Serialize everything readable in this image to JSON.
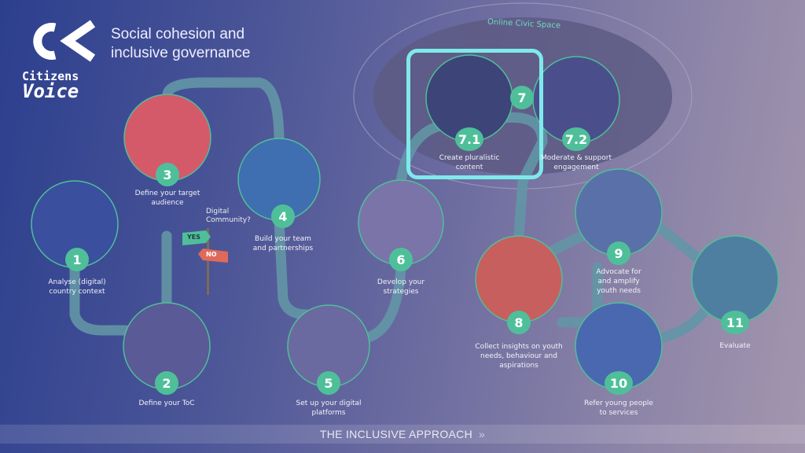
{
  "header": {
    "title_line1": "Social cohesion and",
    "title_line2": "inclusive governance",
    "brand_line1": "Citizens",
    "brand_line2": "Voice"
  },
  "civic_space_label": "Online Civic Space",
  "decision": {
    "question_line1": "Digital",
    "question_line2": "Community?",
    "yes": "YES",
    "no": "NO"
  },
  "steps": [
    {
      "num": "1",
      "label_line1": "Analyse (digital)",
      "label_line2": "country context"
    },
    {
      "num": "2",
      "label_line1": "Define your ToC",
      "label_line2": ""
    },
    {
      "num": "3",
      "label_line1": "Define your target",
      "label_line2": "audience"
    },
    {
      "num": "4",
      "label_line1": "Build your team",
      "label_line2": "and partnerships"
    },
    {
      "num": "5",
      "label_line1": "Set up your digital",
      "label_line2": "platforms"
    },
    {
      "num": "6",
      "label_line1": "Develop your",
      "label_line2": "strategies"
    },
    {
      "num": "7",
      "label_line1": "",
      "label_line2": ""
    },
    {
      "num": "7.1",
      "label_line1": "Create pluralistic",
      "label_line2": "content"
    },
    {
      "num": "7.2",
      "label_line1": "Moderate & support",
      "label_line2": "engagement"
    },
    {
      "num": "8",
      "label_line1": "Collect insights on youth",
      "label_line2": "needs, behaviour and",
      "label_line3": "aspirations"
    },
    {
      "num": "9",
      "label_line1": "Advocate for",
      "label_line2": "and amplify",
      "label_line3": "youth needs"
    },
    {
      "num": "10",
      "label_line1": "Refer young people",
      "label_line2": "to services"
    },
    {
      "num": "11",
      "label_line1": "Evaluate",
      "label_line2": ""
    }
  ],
  "footer": {
    "label": "THE INCLUSIVE APPROACH",
    "chevron": "»"
  },
  "colors": {
    "badge": "#4fbf9a",
    "highlight": "#7fe9ea",
    "path": "#6396a6"
  }
}
